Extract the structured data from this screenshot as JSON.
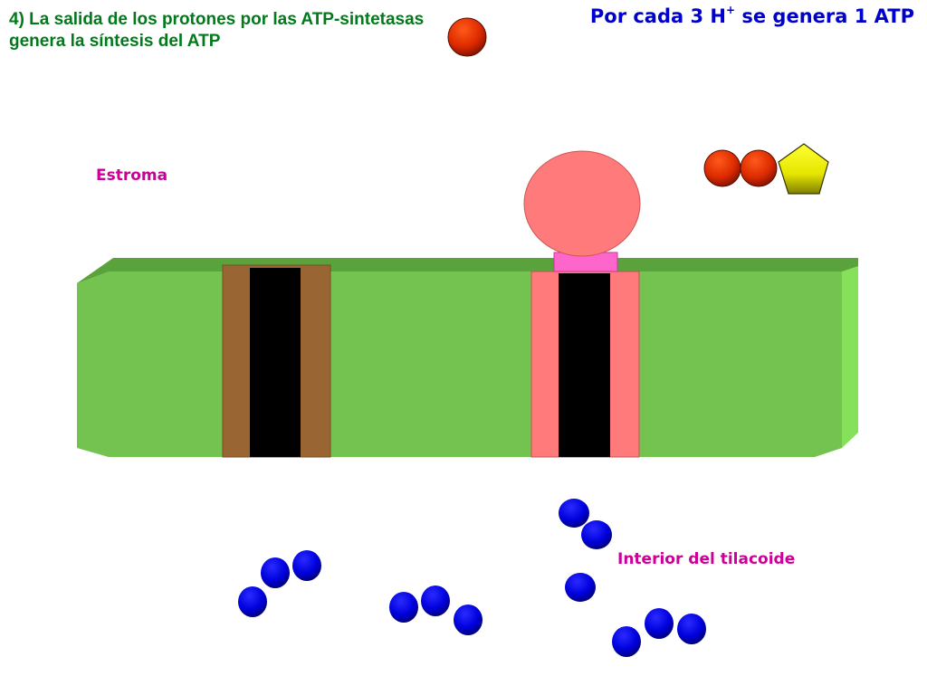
{
  "title": "4) La salida de los protones por las ATP-sintetasas genera la síntesis del ATP",
  "subtitle": {
    "prefix": "Por cada 3 H",
    "superscript": "+",
    "suffix": " se genera 1 ATP"
  },
  "labels": {
    "stroma": "Estroma",
    "lumen": "Interior del tilacoide"
  },
  "colors": {
    "title": "#007a1a",
    "subtitle": "#0000cc",
    "label": "#cc0099",
    "membrane": "#74c24f",
    "membrane_top": "#5aa33c",
    "membrane_side": "#86e05a",
    "channel_brown": "#996633",
    "channel_black": "#000000",
    "atp_synthase": "#ff7b7b",
    "atp_synthase_neck": "#ff66cc",
    "phosphate": "#cc2200",
    "adenosine": "#e6e600",
    "proton": "#0000cc"
  }
}
